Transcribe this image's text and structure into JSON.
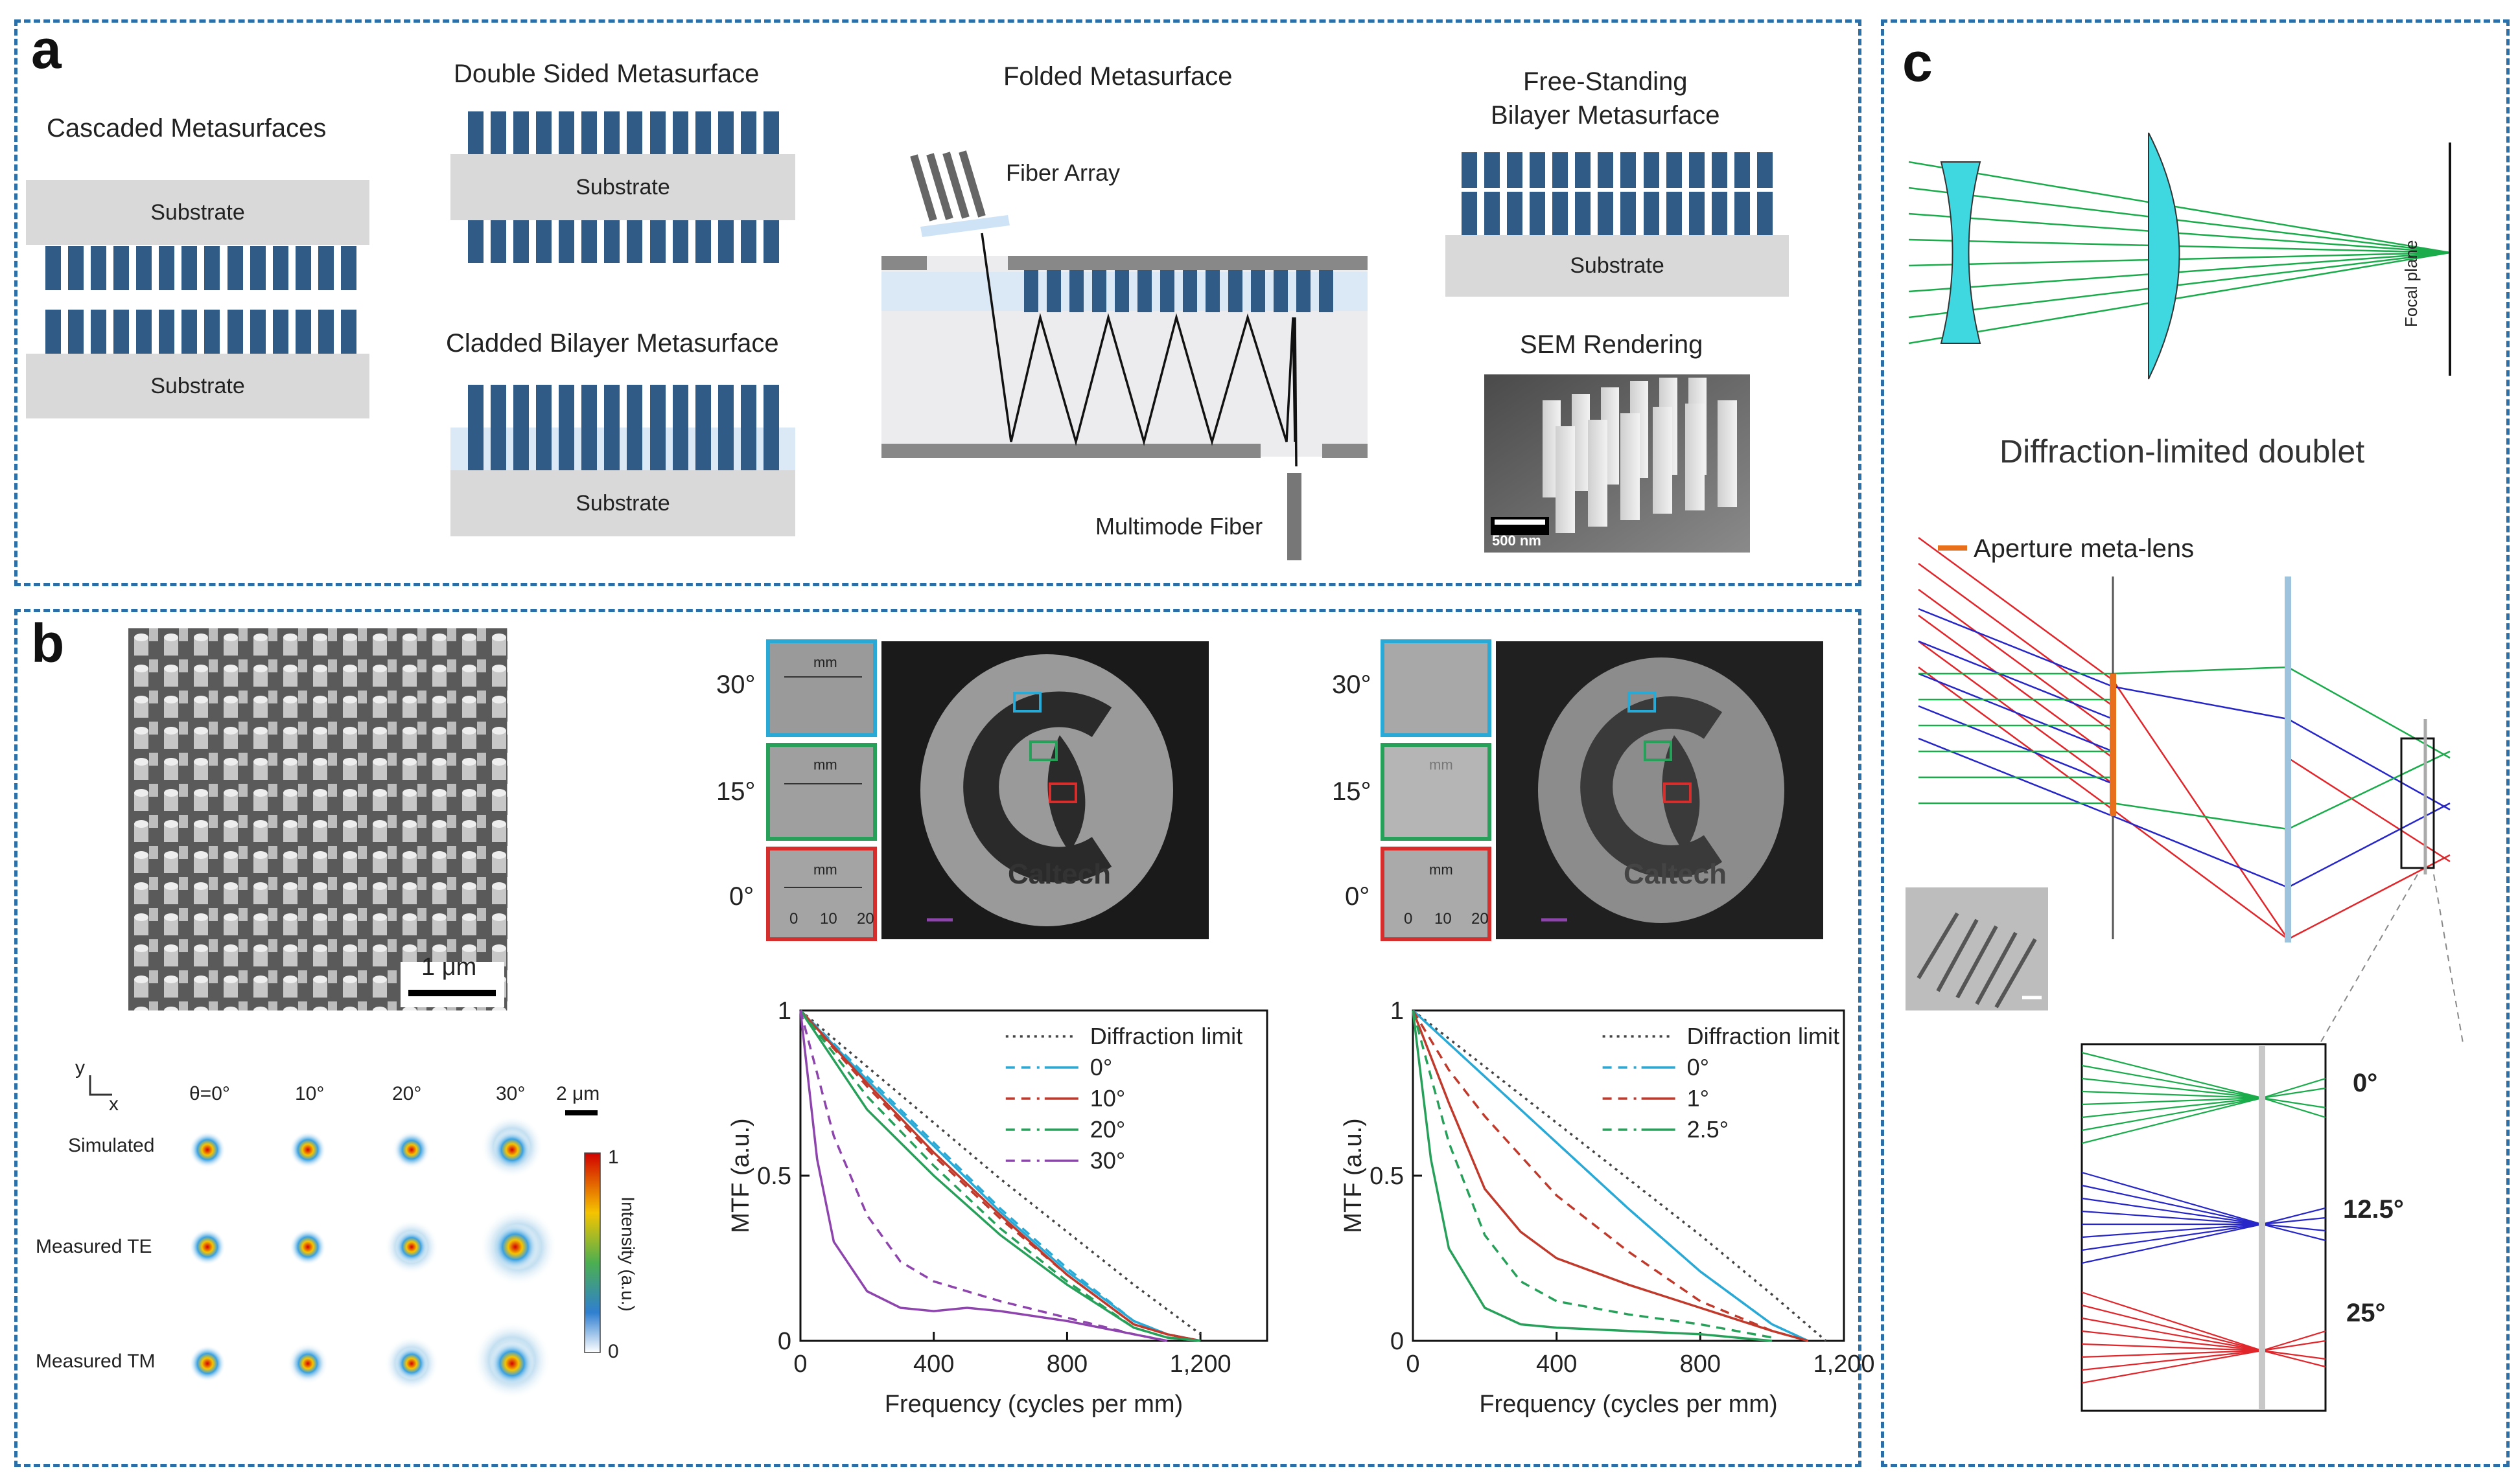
{
  "panel_a": {
    "label": "a",
    "cascaded": {
      "title": "Cascaded Metasurfaces",
      "substrate_top": "Substrate",
      "substrate_bottom": "Substrate"
    },
    "double_sided": {
      "title": "Double Sided Metasurface",
      "substrate": "Substrate"
    },
    "cladded": {
      "title": "Cladded Bilayer Metasurface",
      "substrate": "Substrate"
    },
    "folded": {
      "title": "Folded Metasurface",
      "fiber_array": "Fiber Array",
      "multimode_fiber": "Multimode Fiber"
    },
    "free_standing": {
      "title_line1": "Free-Standing",
      "title_line2": "Bilayer Metasurface",
      "substrate": "Substrate"
    },
    "sem": {
      "title": "SEM Rendering",
      "scale": "500 nm"
    }
  },
  "panel_b": {
    "label": "b",
    "sem_scale": "1 μm",
    "psf": {
      "axes_y": "y",
      "axes_x": "x",
      "angles": [
        "θ=0°",
        "10°",
        "20°",
        "30°"
      ],
      "scale": "2 μm",
      "rows": [
        "Simulated",
        "Measured TE",
        "Measured TM"
      ],
      "colorbar_label": "Intensity (a.u.)",
      "colorbar_max": "1",
      "colorbar_min": "0"
    },
    "imaging": {
      "angles": [
        "30°",
        "15°",
        "0°"
      ],
      "ruler_unit": "mm",
      "ruler_ticks": [
        "0",
        "10",
        "20"
      ],
      "logo_text": "Caltech"
    }
  },
  "panel_c": {
    "label": "c",
    "focal_plane": "Focal plane",
    "doublet_caption": "Diffraction-limited doublet",
    "aperture_label": "Aperture meta-lens",
    "angles": [
      "0°",
      "12.5°",
      "25°"
    ],
    "colors": {
      "green": "#1aab4b",
      "blue": "#2626c8",
      "red": "#e0262b",
      "cyan": "#3fd8e0",
      "orange": "#e8701c"
    }
  },
  "chart_data": [
    {
      "type": "line",
      "xlabel": "Frequency (cycles per mm)",
      "ylabel": "MTF (a.u.)",
      "xlim": [
        0,
        1400
      ],
      "ylim": [
        0,
        1
      ],
      "xticks": [
        "0",
        "400",
        "800",
        "1,200"
      ],
      "yticks": [
        "0",
        "0.5",
        "1"
      ],
      "legend_position": "top-right",
      "series": [
        {
          "name": "Diffraction limit",
          "style": "dotted",
          "color": "#444444",
          "x": [
            0,
            200,
            400,
            600,
            800,
            1000,
            1200
          ],
          "y": [
            1,
            0.83,
            0.66,
            0.49,
            0.33,
            0.17,
            0.02
          ]
        },
        {
          "name": "0°",
          "style": "dashed",
          "color": "#29a9d6",
          "x": [
            0,
            200,
            400,
            600,
            800,
            1000,
            1100,
            1200
          ],
          "y": [
            1,
            0.8,
            0.6,
            0.4,
            0.22,
            0.06,
            0.02,
            0
          ]
        },
        {
          "name": "0°",
          "style": "solid",
          "color": "#29a9d6",
          "x": [
            0,
            200,
            400,
            600,
            800,
            1000,
            1100,
            1200
          ],
          "y": [
            1,
            0.79,
            0.59,
            0.39,
            0.21,
            0.06,
            0.02,
            0
          ]
        },
        {
          "name": "10°",
          "style": "dashed",
          "color": "#c0392b",
          "x": [
            0,
            200,
            400,
            600,
            800,
            1000,
            1100,
            1200
          ],
          "y": [
            1,
            0.77,
            0.56,
            0.37,
            0.2,
            0.05,
            0.02,
            0
          ]
        },
        {
          "name": "10°",
          "style": "solid",
          "color": "#c0392b",
          "x": [
            0,
            200,
            400,
            600,
            800,
            1000,
            1100,
            1200
          ],
          "y": [
            1,
            0.78,
            0.57,
            0.38,
            0.2,
            0.05,
            0.02,
            0
          ]
        },
        {
          "name": "20°",
          "style": "dashed",
          "color": "#27a05a",
          "x": [
            0,
            200,
            400,
            600,
            800,
            1000,
            1100,
            1200
          ],
          "y": [
            1,
            0.74,
            0.53,
            0.34,
            0.18,
            0.04,
            0.01,
            0
          ]
        },
        {
          "name": "20°",
          "style": "solid",
          "color": "#27a05a",
          "x": [
            0,
            200,
            400,
            600,
            800,
            1000,
            1100,
            1200
          ],
          "y": [
            1,
            0.7,
            0.5,
            0.32,
            0.17,
            0.04,
            0.01,
            0
          ]
        },
        {
          "name": "30°",
          "style": "dashed",
          "color": "#8e44ad",
          "x": [
            0,
            100,
            200,
            300,
            400,
            600,
            800,
            1000,
            1100
          ],
          "y": [
            1,
            0.62,
            0.38,
            0.24,
            0.18,
            0.12,
            0.07,
            0.02,
            0
          ]
        },
        {
          "name": "30°",
          "style": "solid",
          "color": "#8e44ad",
          "x": [
            0,
            50,
            100,
            200,
            300,
            400,
            500,
            600,
            800,
            1000,
            1100
          ],
          "y": [
            1,
            0.55,
            0.3,
            0.15,
            0.1,
            0.09,
            0.1,
            0.09,
            0.06,
            0.02,
            0
          ]
        }
      ]
    },
    {
      "type": "line",
      "xlabel": "Frequency (cycles per mm)",
      "ylabel": "MTF (a.u.)",
      "xlim": [
        0,
        1200
      ],
      "ylim": [
        0,
        1
      ],
      "xticks": [
        "0",
        "400",
        "800",
        "1,200"
      ],
      "yticks": [
        "0",
        "0.5",
        "1"
      ],
      "legend_position": "top-right",
      "series": [
        {
          "name": "Diffraction limit",
          "style": "dotted",
          "color": "#444444",
          "x": [
            0,
            200,
            400,
            600,
            800,
            1000,
            1150
          ],
          "y": [
            1,
            0.83,
            0.66,
            0.49,
            0.32,
            0.14,
            0
          ]
        },
        {
          "name": "0°",
          "style": "dashed",
          "color": "#29a9d6",
          "x": [
            0,
            200,
            400,
            600,
            800,
            1000,
            1100
          ],
          "y": [
            1,
            0.8,
            0.6,
            0.4,
            0.21,
            0.05,
            0
          ]
        },
        {
          "name": "0°",
          "style": "solid",
          "color": "#29a9d6",
          "x": [
            0,
            200,
            400,
            600,
            800,
            1000,
            1100
          ],
          "y": [
            1,
            0.8,
            0.6,
            0.4,
            0.21,
            0.05,
            0
          ]
        },
        {
          "name": "1°",
          "style": "dashed",
          "color": "#c0392b",
          "x": [
            0,
            100,
            200,
            400,
            600,
            800,
            1000,
            1100
          ],
          "y": [
            1,
            0.82,
            0.68,
            0.44,
            0.27,
            0.12,
            0.03,
            0
          ]
        },
        {
          "name": "1°",
          "style": "solid",
          "color": "#c0392b",
          "x": [
            0,
            100,
            200,
            300,
            400,
            600,
            800,
            1000,
            1100
          ],
          "y": [
            1,
            0.72,
            0.46,
            0.33,
            0.25,
            0.17,
            0.1,
            0.03,
            0
          ]
        },
        {
          "name": "2.5°",
          "style": "dashed",
          "color": "#27a05a",
          "x": [
            0,
            100,
            200,
            300,
            400,
            600,
            800,
            1000
          ],
          "y": [
            1,
            0.6,
            0.32,
            0.18,
            0.12,
            0.08,
            0.05,
            0.01
          ]
        },
        {
          "name": "2.5°",
          "style": "solid",
          "color": "#27a05a",
          "x": [
            0,
            50,
            100,
            200,
            300,
            400,
            600,
            800,
            1000
          ],
          "y": [
            1,
            0.55,
            0.28,
            0.1,
            0.05,
            0.04,
            0.03,
            0.02,
            0
          ]
        }
      ]
    }
  ]
}
